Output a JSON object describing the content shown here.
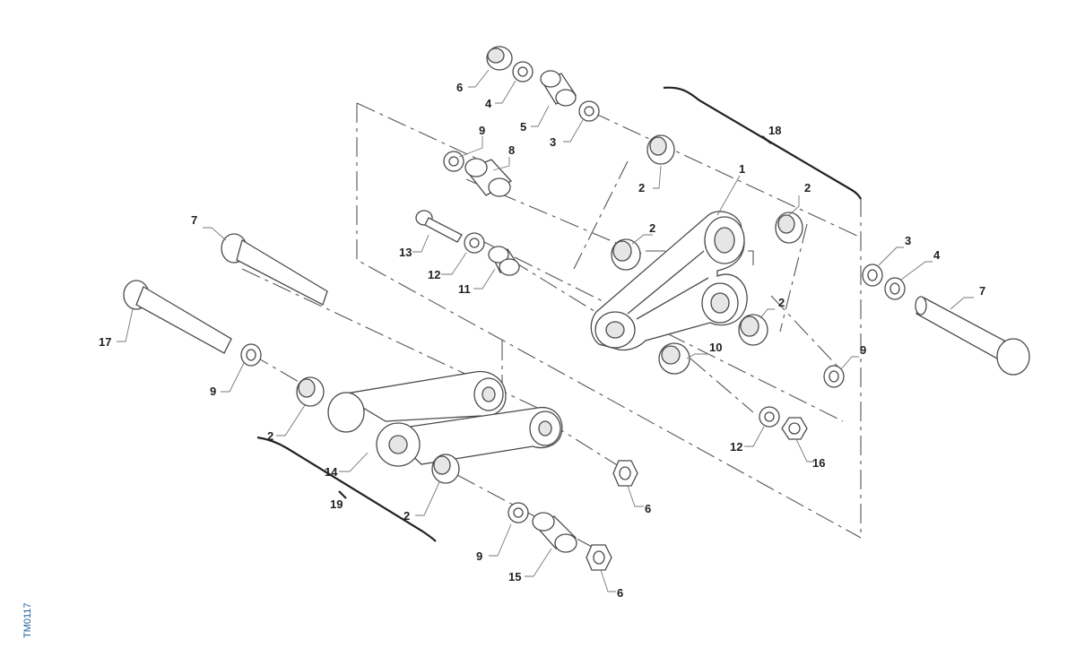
{
  "diagram": {
    "code": "TM0117",
    "labels": {
      "l1": "1",
      "l2a": "2",
      "l2b": "2",
      "l2c": "2",
      "l2d": "2",
      "l2e": "2",
      "l2f": "2",
      "l3a": "3",
      "l3b": "3",
      "l4a": "4",
      "l4b": "4",
      "l5": "5",
      "l6a": "6",
      "l6b": "6",
      "l6c": "6",
      "l7a": "7",
      "l7b": "7",
      "l8": "8",
      "l9a": "9",
      "l9b": "9",
      "l9c": "9",
      "l9d": "9",
      "l10": "10",
      "l11": "11",
      "l12a": "12",
      "l12b": "12",
      "l13": "13",
      "l14": "14",
      "l15": "15",
      "l16": "16",
      "l17": "17",
      "l18": "18",
      "l19": "19"
    }
  }
}
